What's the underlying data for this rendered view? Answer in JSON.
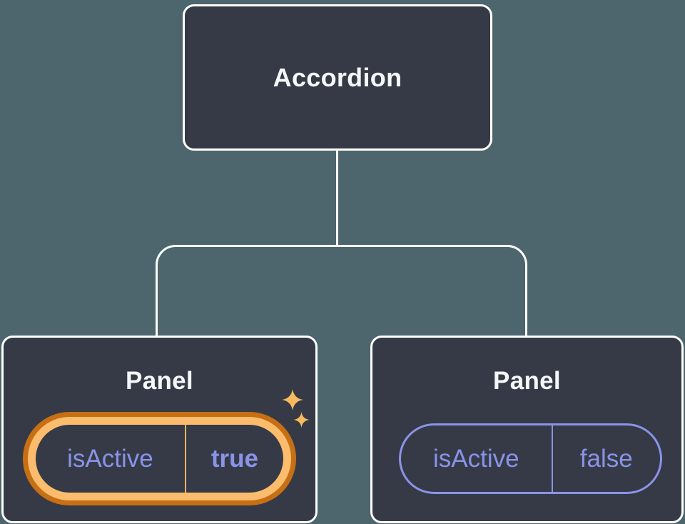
{
  "tree": {
    "root": {
      "label": "Accordion"
    },
    "children": [
      {
        "label": "Panel",
        "prop_name": "isActive",
        "prop_value": "true",
        "highlighted": true
      },
      {
        "label": "Panel",
        "prop_name": "isActive",
        "prop_value": "false",
        "highlighted": false
      }
    ]
  },
  "icons": {
    "highlight": "sparkles-icon"
  },
  "colors": {
    "background": "#4d656c",
    "node_fill": "#353a46",
    "node_border": "#ffffff",
    "connector": "#ffffff",
    "title_text": "#f6f7f9",
    "state_text": "#8a93e8",
    "pill_border": "#8a93e8",
    "ring_outer": "#c76f14",
    "ring_inner": "#fbbd6d",
    "ring_divider": "#f3b261",
    "sparkle": "#f7ba5f"
  }
}
